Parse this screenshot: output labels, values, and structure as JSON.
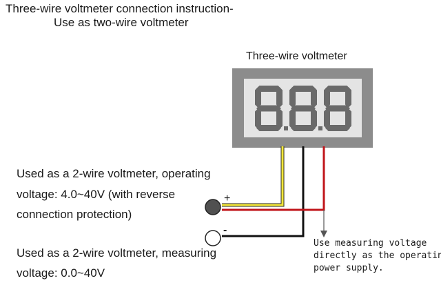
{
  "title": {
    "line1": "Three-wire voltmeter connection instruction-",
    "line2": "Use  as two-wire voltmeter"
  },
  "meter": {
    "label": "Three-wire voltmeter",
    "display_digits": [
      "8.",
      "8.",
      "8"
    ]
  },
  "terminals": {
    "positive": "+",
    "negative": "-"
  },
  "description": {
    "operating": [
      "Used as a 2-wire voltmeter, operating",
      "voltage: 4.0~40V (with reverse",
      "connection protection)"
    ],
    "measuring": [
      "Used as a 2-wire voltmeter, measuring",
      "voltage: 0.0~40V"
    ]
  },
  "note": [
    "Use measuring voltage",
    "directly as the operating",
    "power supply."
  ],
  "colors": {
    "yellow_wire": "#f2e53a",
    "black_wire": "#111111",
    "red_wire": "#c0141a",
    "meter_frame": "#8c8c8c",
    "meter_panel": "#e4e4e4",
    "segment": "#6a6a6a"
  }
}
